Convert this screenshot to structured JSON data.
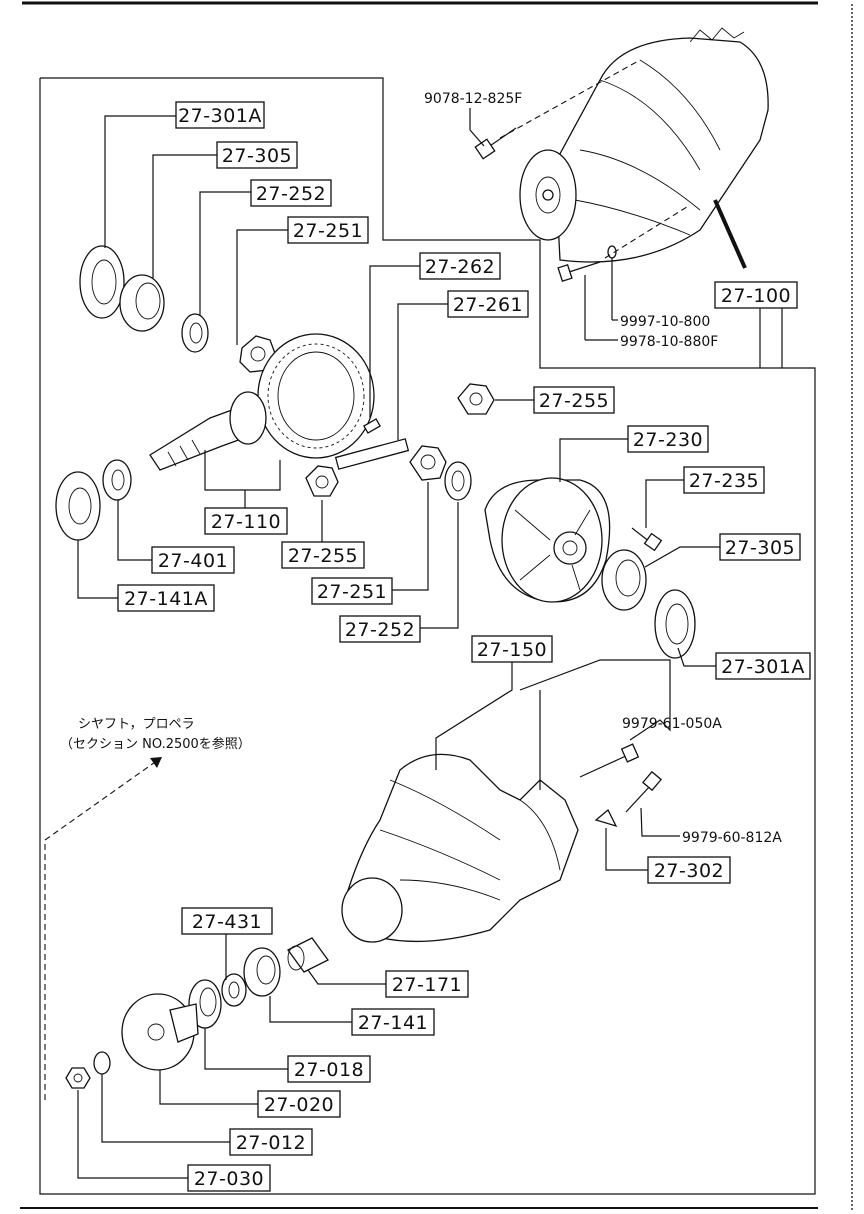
{
  "labels": {
    "l27_301A_top": "27-301A",
    "l27_305_top": "27-305",
    "l27_252_top": "27-252",
    "l27_251_top": "27-251",
    "l27_262": "27-262",
    "l27_261": "27-261",
    "l27_255_right": "27-255",
    "l27_230": "27-230",
    "l27_235": "27-235",
    "l27_305_right": "27-305",
    "l27_301A_right": "27-301A",
    "l27_100": "27-100",
    "l27_110": "27-110",
    "l27_255_low": "27-255",
    "l27_251_low": "27-251",
    "l27_252_low": "27-252",
    "l27_401": "27-401",
    "l27_141A": "27-141A",
    "l27_150": "27-150",
    "l27_302": "27-302",
    "l27_431": "27-431",
    "l27_171": "27-171",
    "l27_141": "27-141",
    "l27_018": "27-018",
    "l27_020": "27-020",
    "l27_012": "27-012",
    "l27_030": "27-030"
  },
  "part_numbers": {
    "bolt_top": "9078-12-825F",
    "washer_top": "9997-10-800",
    "bolt_side": "9978-10-880F",
    "bolt_carrier": "9979-61-050A",
    "bolt_cap": "9979-60-812A"
  },
  "note": {
    "line1": "シヤフト，プロペラ",
    "line2": "（セクション NO.2500を参照）"
  }
}
